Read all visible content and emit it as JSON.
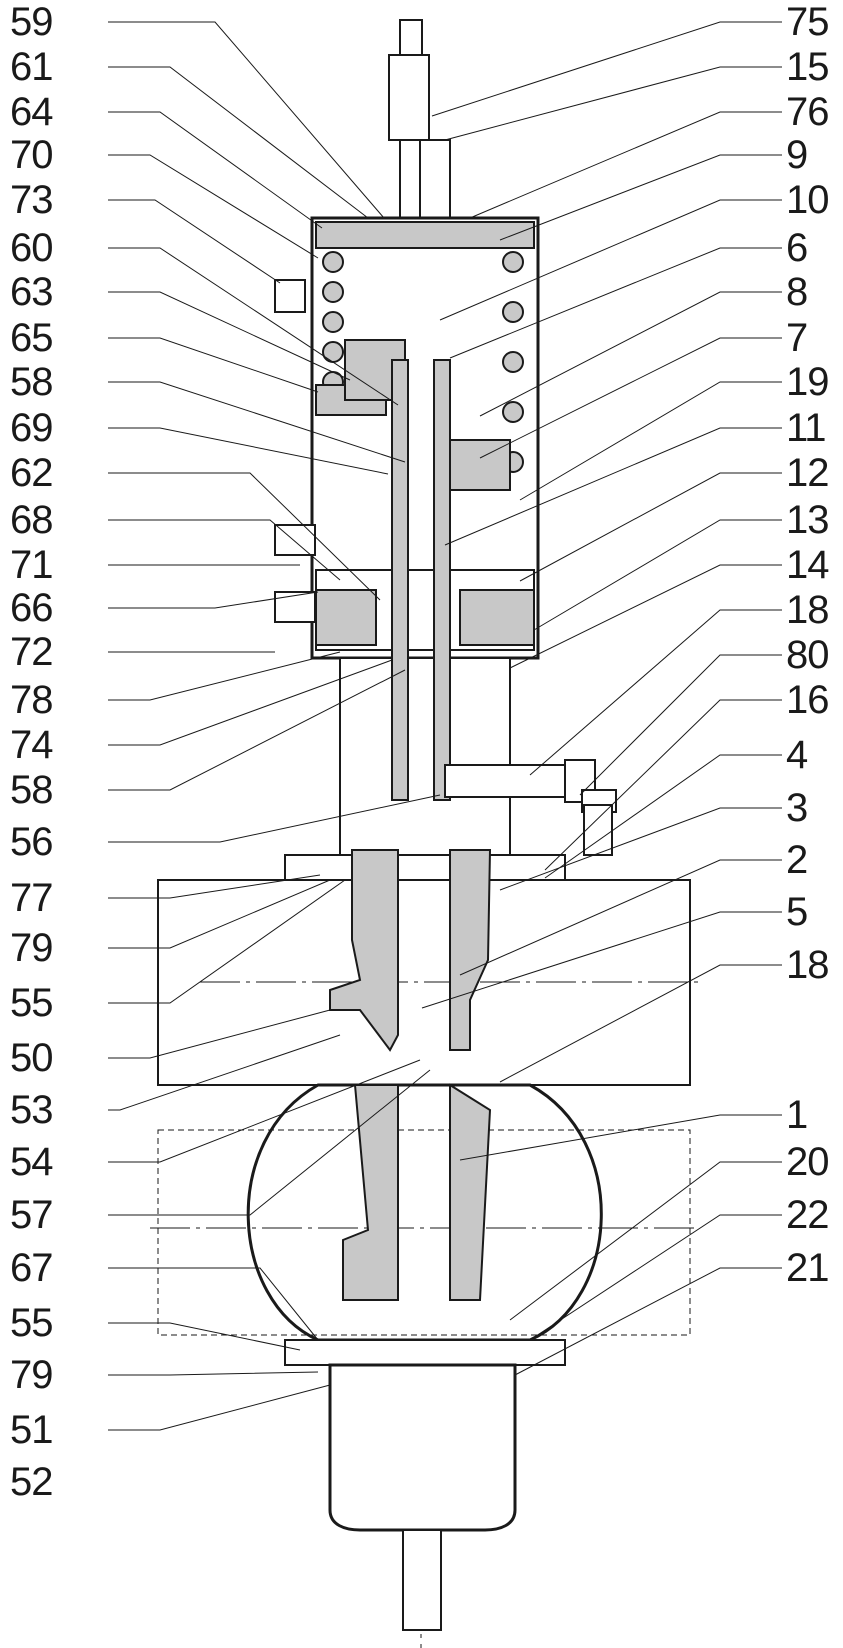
{
  "drawing": {
    "left_callouts": [
      "59",
      "61",
      "64",
      "70",
      "73",
      "60",
      "63",
      "65",
      "58",
      "69",
      "62",
      "68",
      "71",
      "66",
      "72",
      "78",
      "74",
      "58",
      "56",
      "77",
      "79",
      "55",
      "50",
      "53",
      "54",
      "57",
      "67",
      "55",
      "79",
      "51",
      "52"
    ],
    "right_callouts": [
      "75",
      "15",
      "76",
      "9",
      "10",
      "6",
      "8",
      "7",
      "19",
      "11",
      "12",
      "13",
      "14",
      "18",
      "80",
      "16",
      "4",
      "3",
      "2",
      "5",
      "18",
      "1",
      "20",
      "22",
      "21"
    ],
    "colors": {
      "line": "#1a1a1a",
      "part_fill": "#c8c8c8",
      "background": "#ffffff"
    }
  }
}
